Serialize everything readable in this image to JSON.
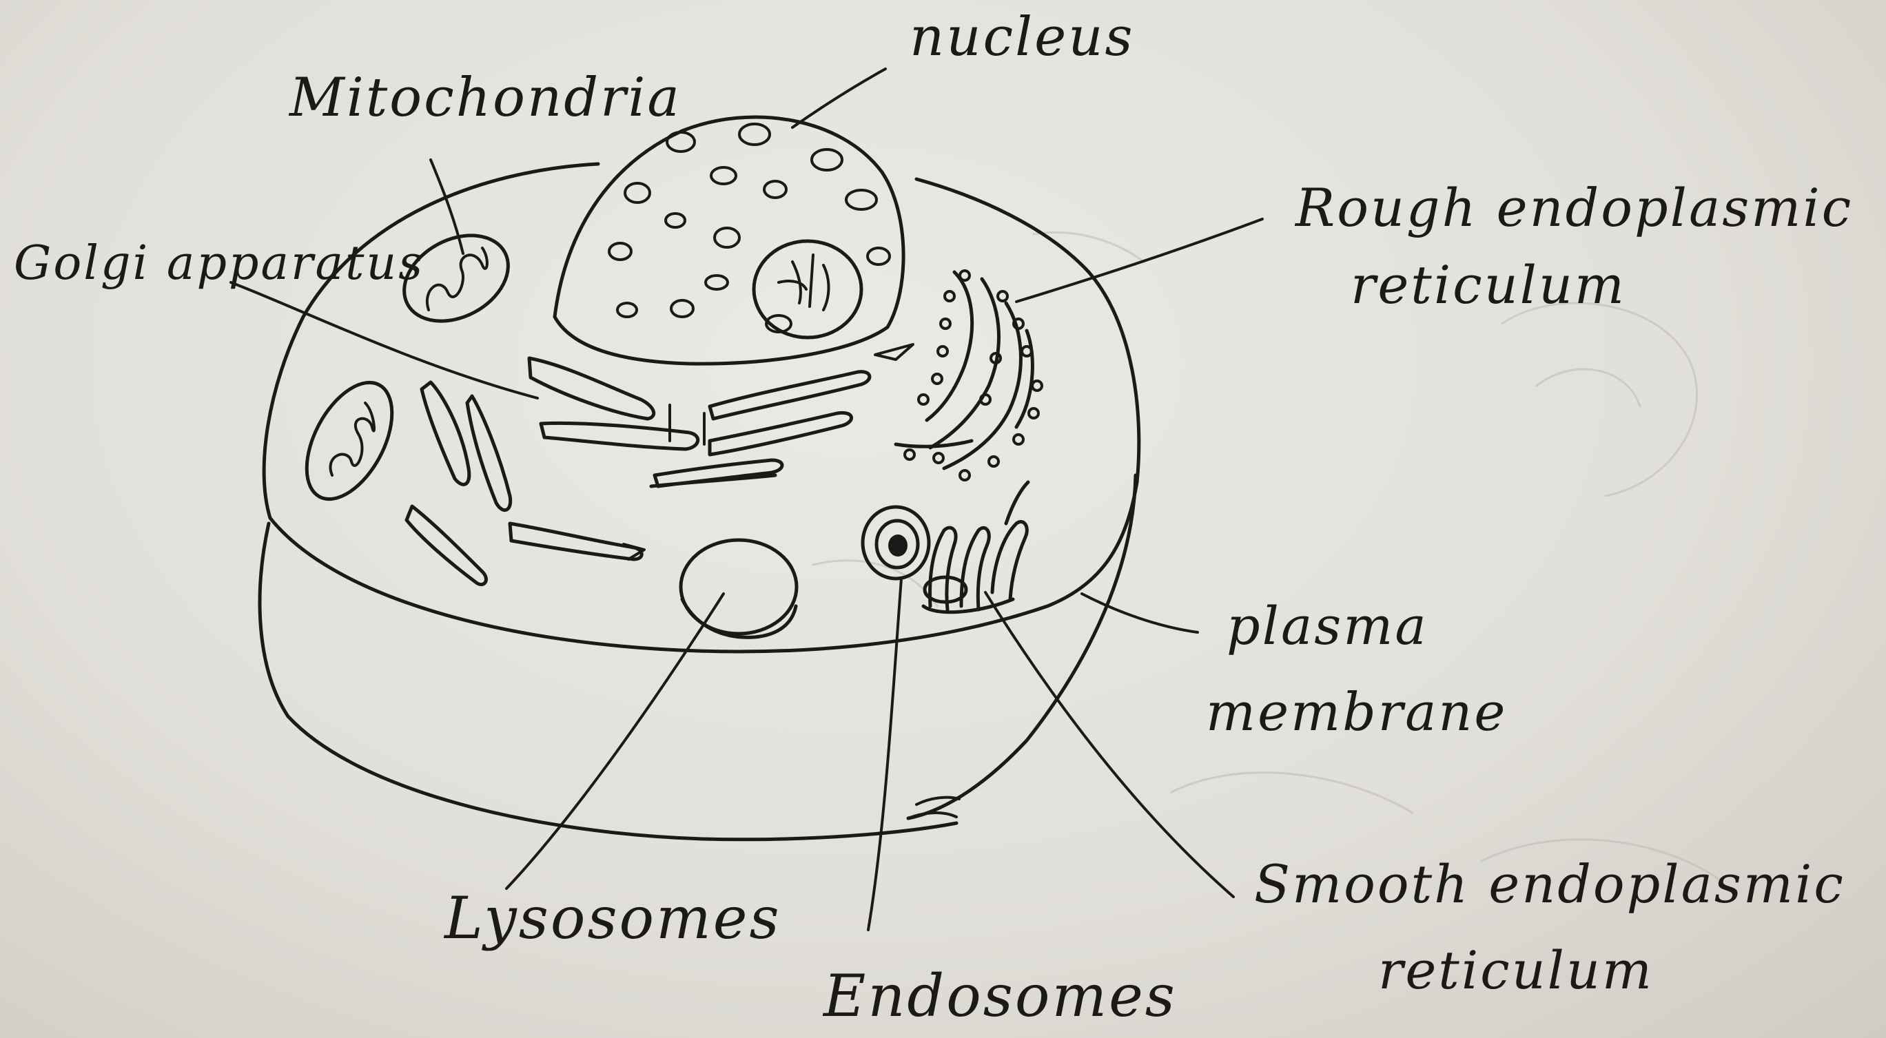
{
  "labels": {
    "nucleus": "nucleus",
    "mitochondria": "Mitochondria",
    "golgi_apparatus": "Golgi apparatus",
    "rough_er_line1": "Rough endoplasmic",
    "rough_er_line2": "reticulum",
    "plasma_membrane_line1": "plasma",
    "plasma_membrane_line2": "membrane",
    "lysosomes": "Lysosomes",
    "endosomes": "Endosomes",
    "smooth_er_line1": "Smooth endoplasmic",
    "smooth_er_line2": "reticulum"
  },
  "colors": {
    "ink": "#1b1a18",
    "paper": "#e6e4de"
  }
}
